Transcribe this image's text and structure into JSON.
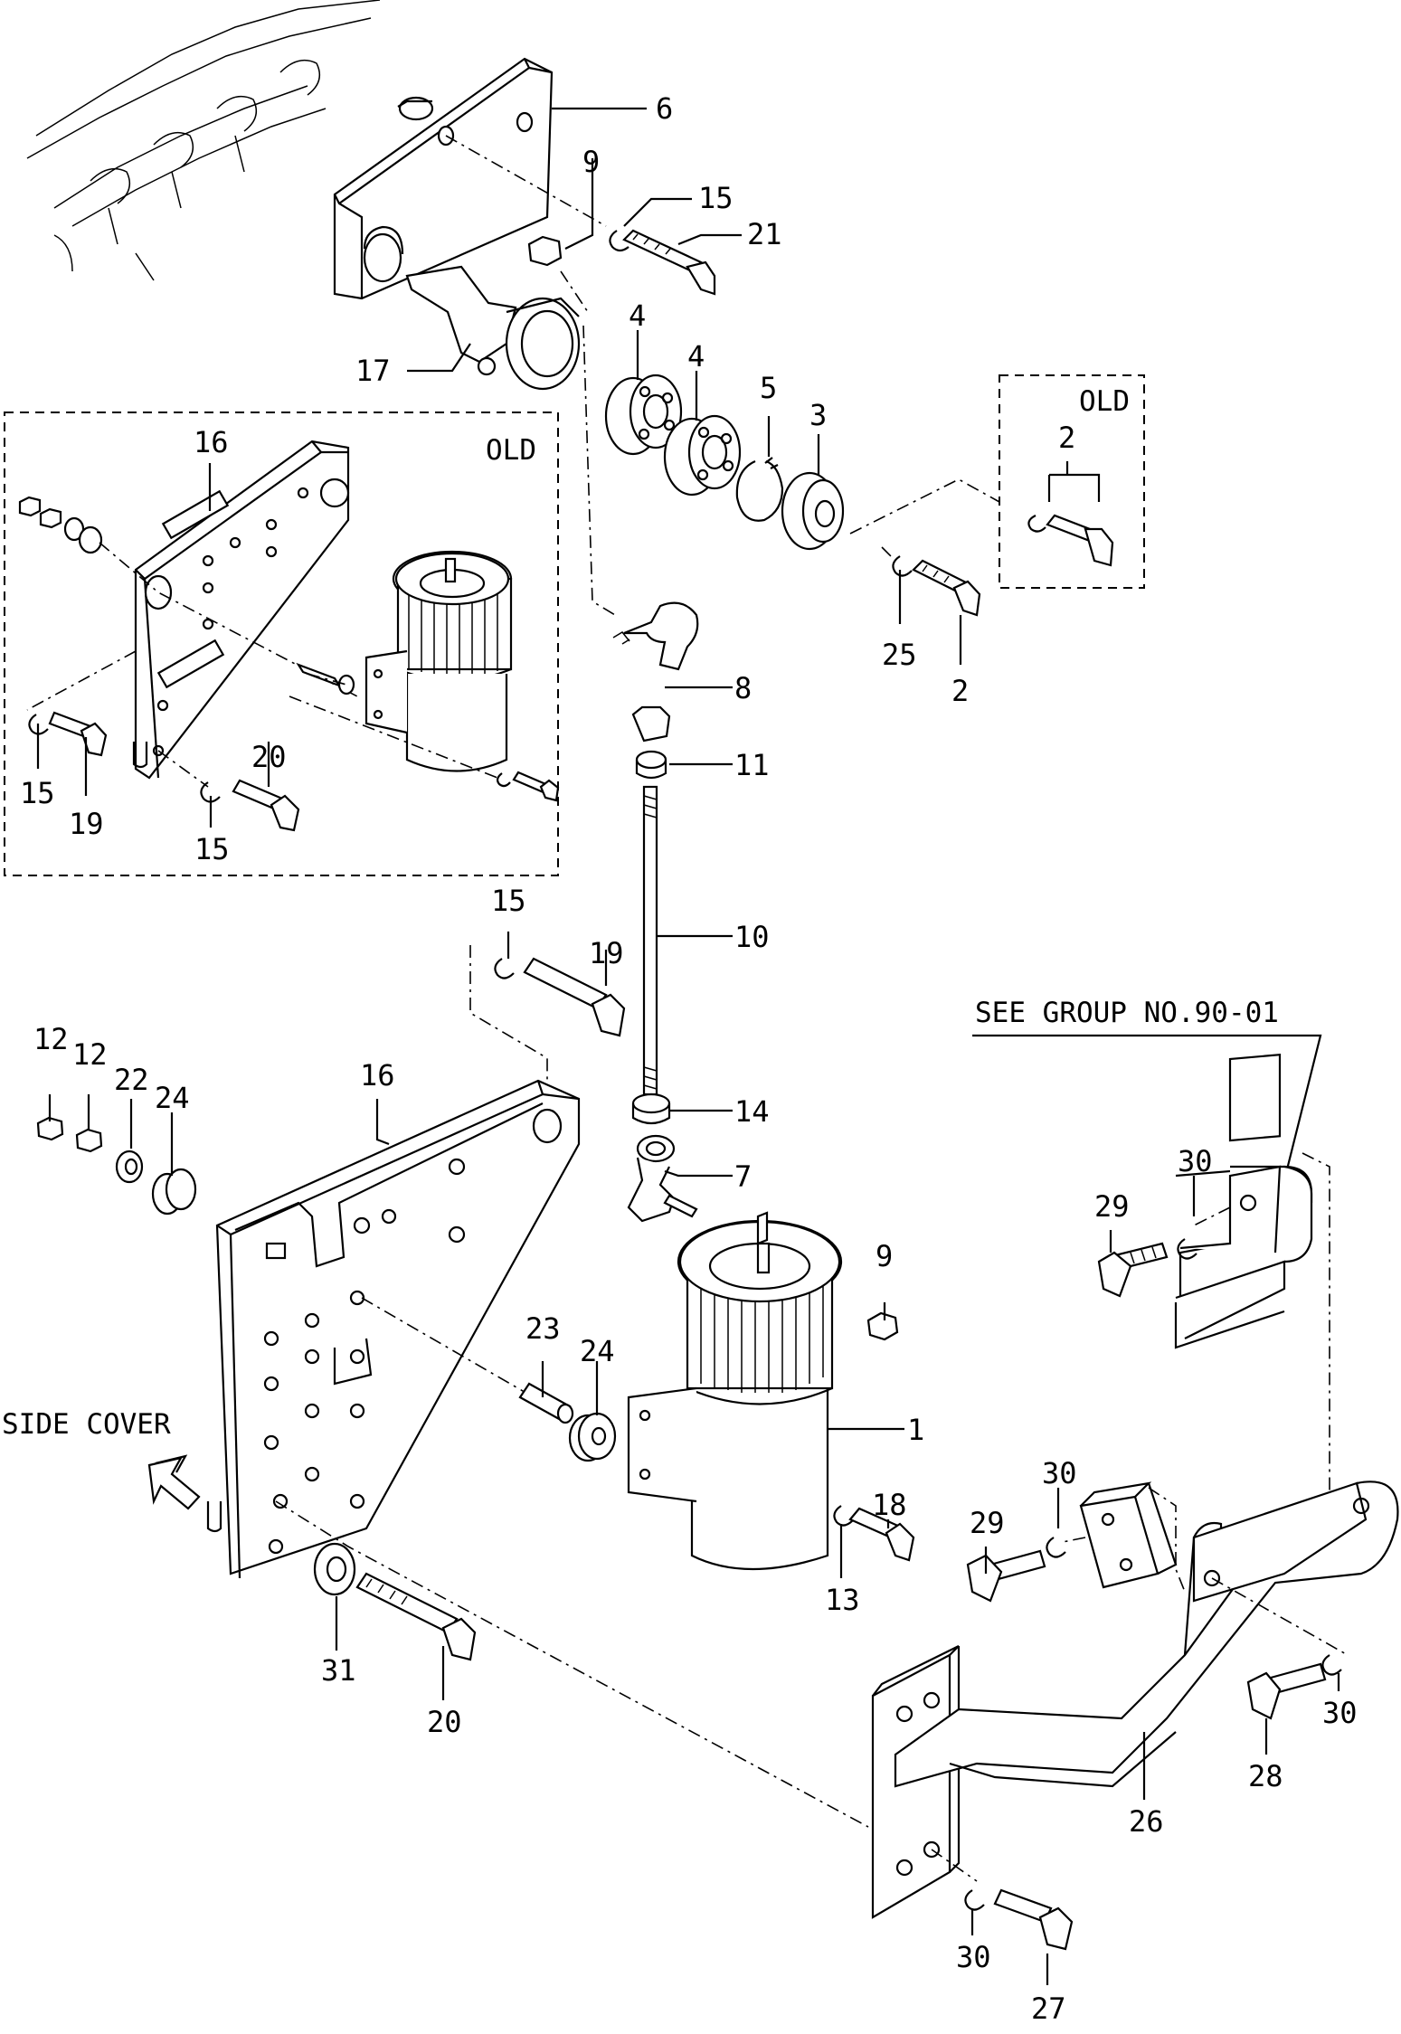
{
  "notes": {
    "old_top": "OLD",
    "old_left": "OLD",
    "see_group": "SEE GROUP NO.90-01",
    "side_cover": "SIDE COVER"
  },
  "labels": [
    {
      "id": "lbl-6",
      "text": "6"
    },
    {
      "id": "lbl-9-top",
      "text": "9"
    },
    {
      "id": "lbl-15-top",
      "text": "15"
    },
    {
      "id": "lbl-21",
      "text": "21"
    },
    {
      "id": "lbl-17",
      "text": "17"
    },
    {
      "id": "lbl-4a",
      "text": "4"
    },
    {
      "id": "lbl-4b",
      "text": "4"
    },
    {
      "id": "lbl-5",
      "text": "5"
    },
    {
      "id": "lbl-3",
      "text": "3"
    },
    {
      "id": "lbl-2-old",
      "text": "2"
    },
    {
      "id": "lbl-25",
      "text": "25"
    },
    {
      "id": "lbl-2",
      "text": "2"
    },
    {
      "id": "lbl-8",
      "text": "8"
    },
    {
      "id": "lbl-11",
      "text": "11"
    },
    {
      "id": "lbl-10",
      "text": "10"
    },
    {
      "id": "lbl-14",
      "text": "14"
    },
    {
      "id": "lbl-7",
      "text": "7"
    },
    {
      "id": "lbl-9-mid",
      "text": "9"
    },
    {
      "id": "lbl-1",
      "text": "1"
    },
    {
      "id": "lbl-16-old",
      "text": "16"
    },
    {
      "id": "lbl-15-old-a",
      "text": "15"
    },
    {
      "id": "lbl-19-old",
      "text": "19"
    },
    {
      "id": "lbl-20-old",
      "text": "20"
    },
    {
      "id": "lbl-15-old-b",
      "text": "15"
    },
    {
      "id": "lbl-15-mid",
      "text": "15"
    },
    {
      "id": "lbl-19",
      "text": "19"
    },
    {
      "id": "lbl-12a",
      "text": "12"
    },
    {
      "id": "lbl-12b",
      "text": "12"
    },
    {
      "id": "lbl-22",
      "text": "22"
    },
    {
      "id": "lbl-24a",
      "text": "24"
    },
    {
      "id": "lbl-16",
      "text": "16"
    },
    {
      "id": "lbl-23",
      "text": "23"
    },
    {
      "id": "lbl-24b",
      "text": "24"
    },
    {
      "id": "lbl-31",
      "text": "31"
    },
    {
      "id": "lbl-20",
      "text": "20"
    },
    {
      "id": "lbl-18",
      "text": "18"
    },
    {
      "id": "lbl-13",
      "text": "13"
    },
    {
      "id": "lbl-29a",
      "text": "29"
    },
    {
      "id": "lbl-30a",
      "text": "30"
    },
    {
      "id": "lbl-29b",
      "text": "29"
    },
    {
      "id": "lbl-30b",
      "text": "30"
    },
    {
      "id": "lbl-28",
      "text": "28"
    },
    {
      "id": "lbl-30c",
      "text": "30"
    },
    {
      "id": "lbl-26",
      "text": "26"
    },
    {
      "id": "lbl-30d",
      "text": "30"
    },
    {
      "id": "lbl-27",
      "text": "27"
    }
  ]
}
